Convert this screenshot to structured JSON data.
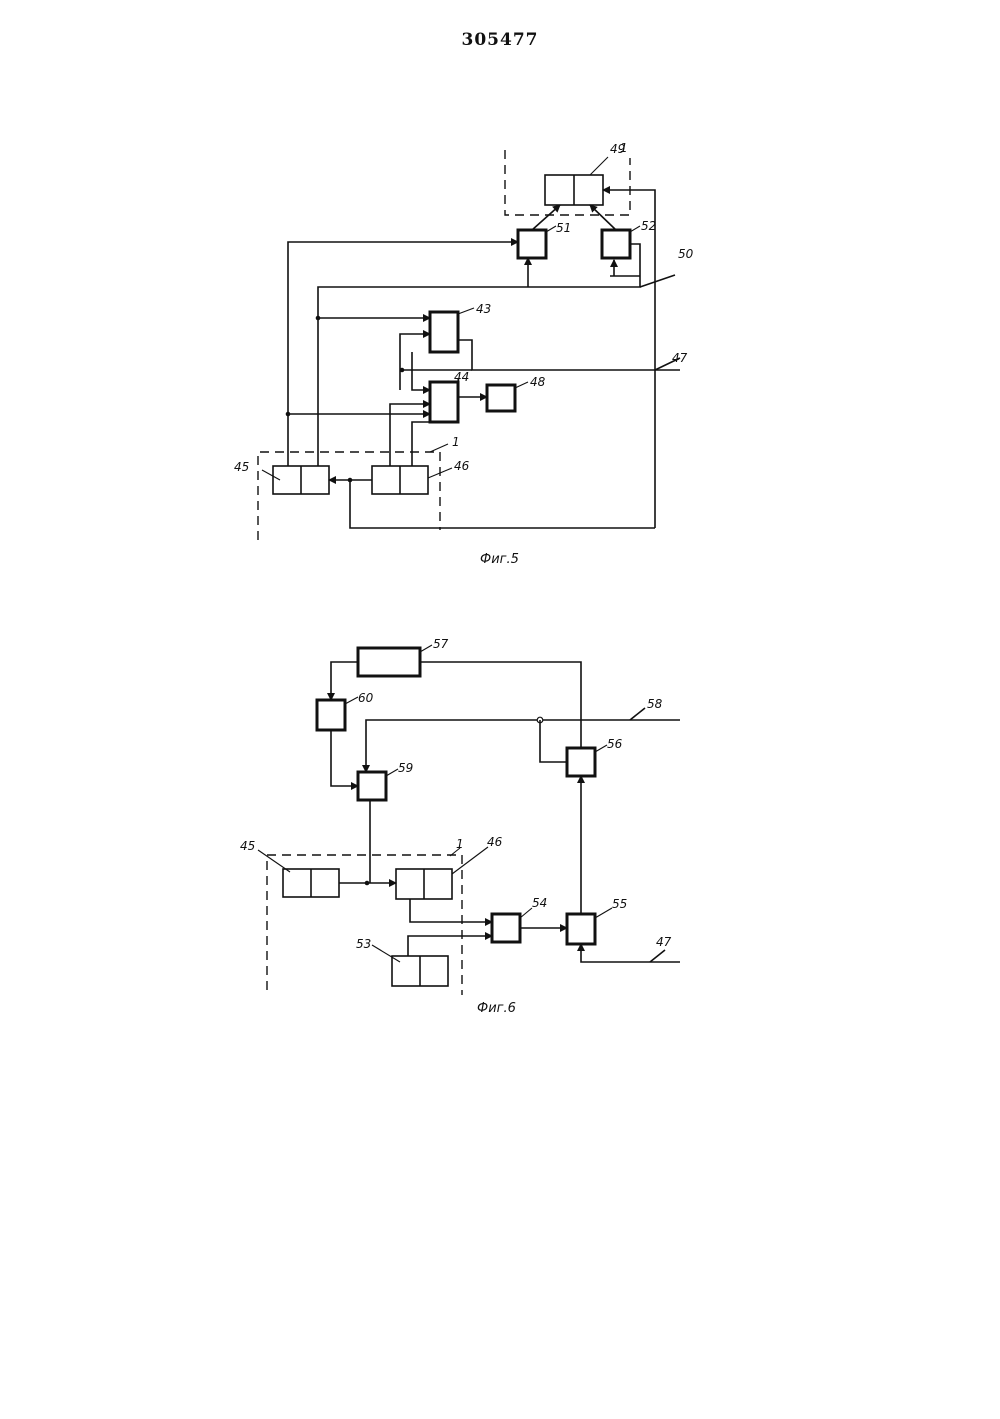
{
  "page_number": "305477",
  "fig5": {
    "caption": "Фиг.5",
    "labels": {
      "b49": "49",
      "d1_top": "1",
      "b51": "51",
      "b52": "52",
      "l50": "50",
      "b43": "43",
      "l47": "47",
      "b44": "44",
      "b48": "48",
      "d1_bottom": "1",
      "b45": "45",
      "b46": "46"
    }
  },
  "fig6": {
    "caption": "Фиг.6",
    "labels": {
      "b57": "57",
      "l58": "58",
      "b60": "60",
      "b59": "59",
      "b56": "56",
      "b45": "45",
      "d1": "1",
      "b46": "46",
      "b54": "54",
      "b55": "55",
      "b53": "53",
      "l47": "47"
    }
  }
}
